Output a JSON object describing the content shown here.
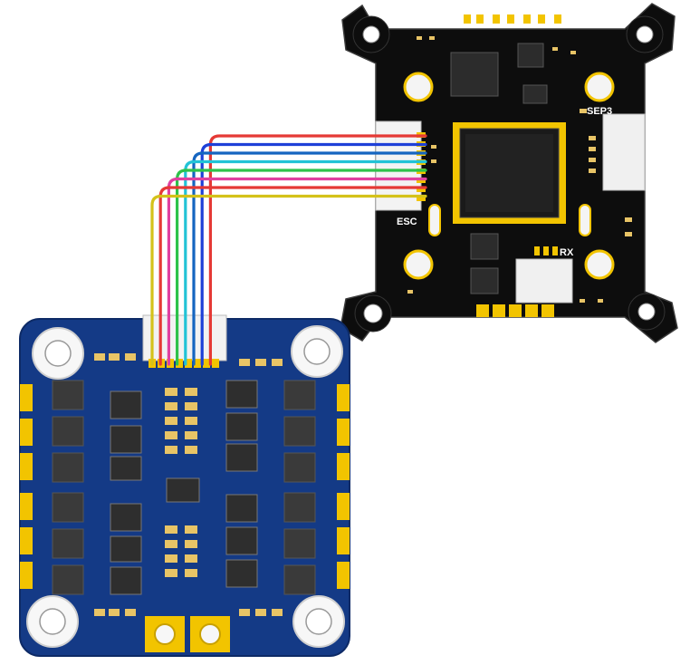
{
  "fc_board": {
    "labels": {
      "esc": "ESC",
      "rx": "RX",
      "sbus": "SEP3"
    }
  },
  "wires": {
    "colors": [
      "#e53935",
      "#1e40d8",
      "#1565c0",
      "#22c3d6",
      "#2ec24a",
      "#e040a0",
      "#e53935",
      "#d4c21a"
    ],
    "names": [
      "red-wire",
      "blue-wire",
      "dark-blue-wire",
      "cyan-wire",
      "green-wire",
      "magenta-wire",
      "red-wire-2",
      "yellow-wire"
    ]
  },
  "colors": {
    "fc_pcb": "#101010",
    "esc_pcb": "#143a86",
    "pad_gold": "#f2c400",
    "chip": "#3a3a3a",
    "smd": "#e8c466"
  }
}
